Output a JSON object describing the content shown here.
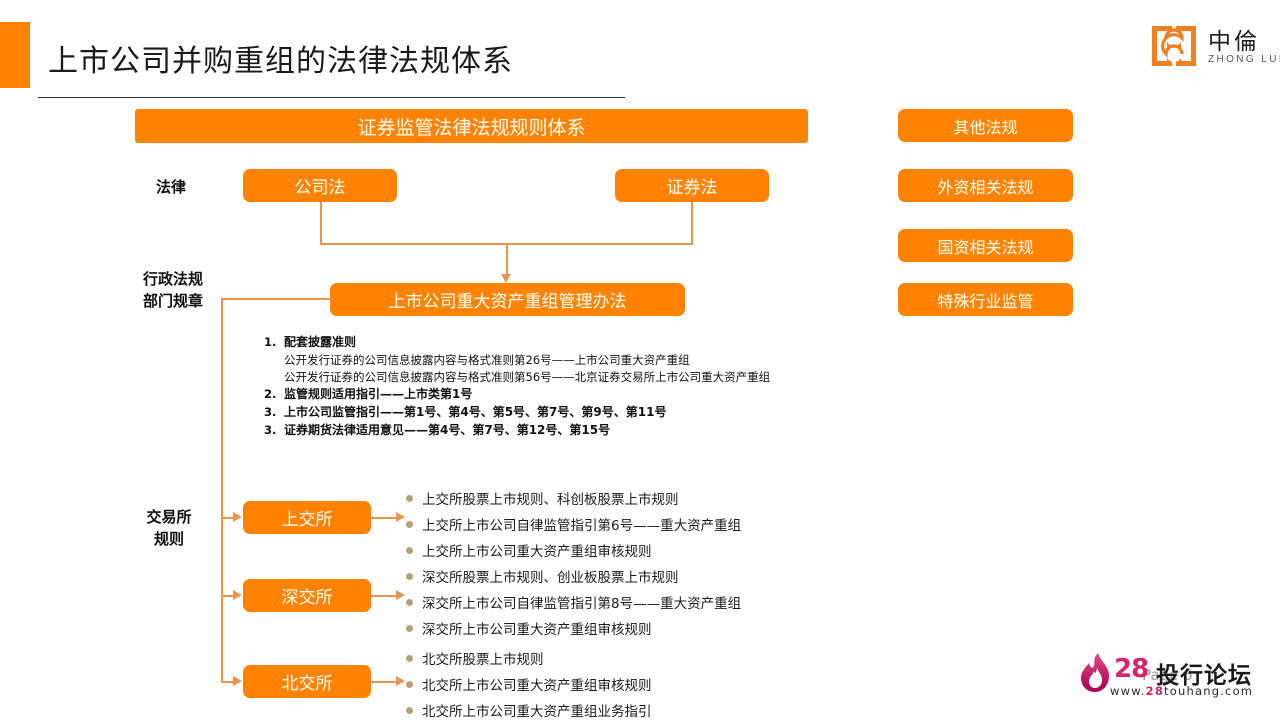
{
  "header": {
    "title": "上市公司并购重组的法律法规体系",
    "accent_color": "#ff8300"
  },
  "logo": {
    "cn": "中倫",
    "en": "ZHONG LUN"
  },
  "diagram": {
    "banner": "证券监管法律法规规则体系",
    "row_labels": {
      "law": "法律",
      "admin_line1": "行政法规",
      "admin_line2": "部门规章",
      "exchange_line1": "交易所",
      "exchange_line2": "规则"
    },
    "laws": [
      {
        "label": "公司法"
      },
      {
        "label": "证券法"
      }
    ],
    "central": "上市公司重大资产重组管理办法",
    "side_boxes": [
      {
        "label": "其他法规"
      },
      {
        "label": "外资相关法规"
      },
      {
        "label": "国资相关法规"
      },
      {
        "label": "特殊行业监管"
      }
    ],
    "rules_list": [
      {
        "num": "1.",
        "main": "配套披露准则",
        "subs": [
          "公开发行证券的公司信息披露内容与格式准则第26号——上市公司重大资产重组",
          "公开发行证券的公司信息披露内容与格式准则第56号——北京证券交易所上市公司重大资产重组"
        ]
      },
      {
        "num": "2.",
        "main": "监管规则适用指引——上市类第1号",
        "subs": []
      },
      {
        "num": "3.",
        "main": "上市公司监管指引——第1号、第4号、第5号、第7号、第9号、第11号",
        "subs": []
      },
      {
        "num": "3.",
        "main": "证券期货法律适用意见——第4号、第7号、第12号、第15号",
        "subs": []
      }
    ],
    "exchanges": [
      {
        "label": "上交所",
        "items": [
          "上交所股票上市规则、科创板股票上市规则",
          "上交所上市公司自律监管指引第6号——重大资产重组",
          "上交所上市公司重大资产重组审核规则"
        ]
      },
      {
        "label": "深交所",
        "items": [
          "深交所股票上市规则、创业板股票上市规则",
          "深交所上市公司自律监管指引第8号——重大资产重组",
          "深交所上市公司重大资产重组审核规则"
        ]
      },
      {
        "label": "北交所",
        "items": [
          "北交所股票上市规则",
          "北交所上市公司重大资产重组审核规则",
          "北交所上市公司重大资产重组业务指引"
        ]
      }
    ]
  },
  "watermark": {
    "number": "28",
    "name": "投行论坛",
    "url_pre": "www.",
    "url_mid": "28",
    "url_post": "touhang.com"
  },
  "page_number": "Page 6"
}
